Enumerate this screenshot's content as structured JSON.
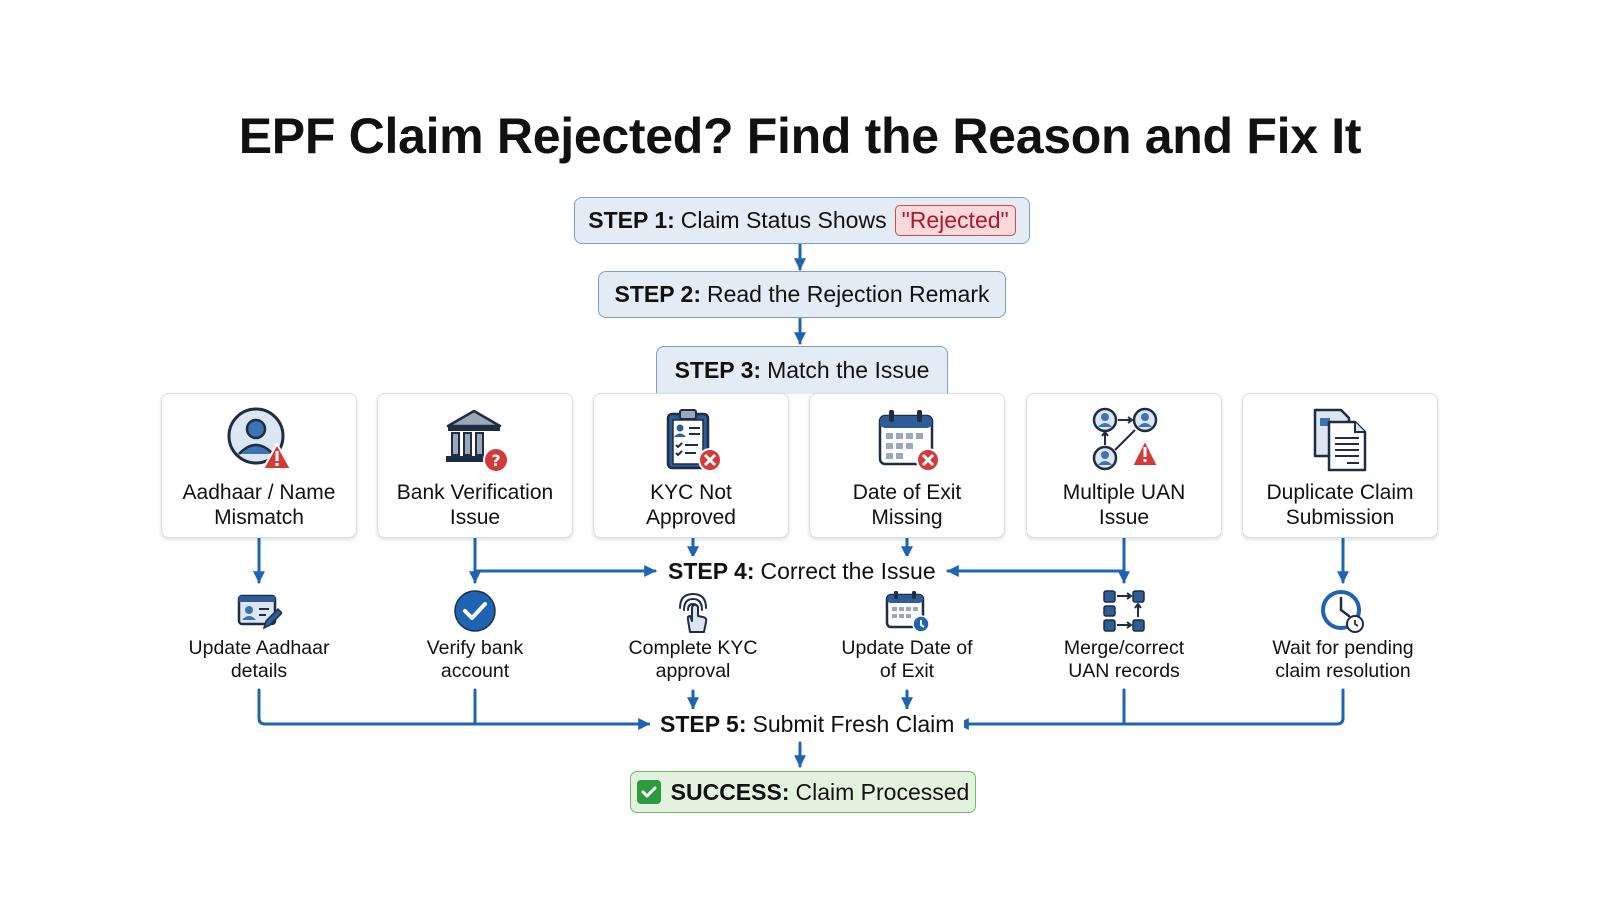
{
  "title": "EPF Claim Rejected? Find the Reason and Fix It",
  "step1": {
    "label": "STEP 1:",
    "text": "Claim Status Shows",
    "badge": "\"Rejected\""
  },
  "step2": {
    "label": "STEP 2:",
    "text": "Read the Rejection Remark"
  },
  "step3": {
    "label": "STEP 3:",
    "text": "Match the Issue"
  },
  "step4": {
    "label": "STEP 4:",
    "text": "Correct the Issue"
  },
  "step5": {
    "label": "STEP 5:",
    "text": "Submit Fresh Claim"
  },
  "success": {
    "label": "SUCCESS:",
    "text": "Claim Processed"
  },
  "issues": [
    {
      "line1": "Aadhaar / Name",
      "line2": "Mismatch",
      "icon": "user-warning-icon"
    },
    {
      "line1": "Bank Verification",
      "line2": "Issue",
      "icon": "bank-question-icon"
    },
    {
      "line1": "KYC Not",
      "line2": "Approved",
      "icon": "clipboard-error-icon"
    },
    {
      "line1": "Date of Exit",
      "line2": "Missing",
      "icon": "calendar-error-icon"
    },
    {
      "line1": "Multiple UAN",
      "line2": "Issue",
      "icon": "users-warning-icon"
    },
    {
      "line1": "Duplicate Claim",
      "line2": "Submission",
      "icon": "documents-icon"
    }
  ],
  "fixes": [
    {
      "line1": "Update Aadhaar",
      "line2": "details",
      "icon": "id-card-edit-icon"
    },
    {
      "line1": "Verify bank",
      "line2": "account",
      "icon": "check-circle-icon"
    },
    {
      "line1": "Complete KYC",
      "line2": "approval",
      "icon": "fingerprint-touch-icon"
    },
    {
      "line1": "Update Date of",
      "line2": "of Exit",
      "icon": "calendar-update-icon"
    },
    {
      "line1": "Merge/correct",
      "line2": "UAN records",
      "icon": "merge-icon"
    },
    {
      "line1": "Wait for pending",
      "line2": "claim resolution",
      "icon": "clock-icon"
    }
  ],
  "colors": {
    "arrow": "#1f64b3",
    "step_fill": "#e3ebf4",
    "rejected": "#d24a4a",
    "success_fill": "#e3f2de",
    "success_check": "#2c9b3e"
  }
}
